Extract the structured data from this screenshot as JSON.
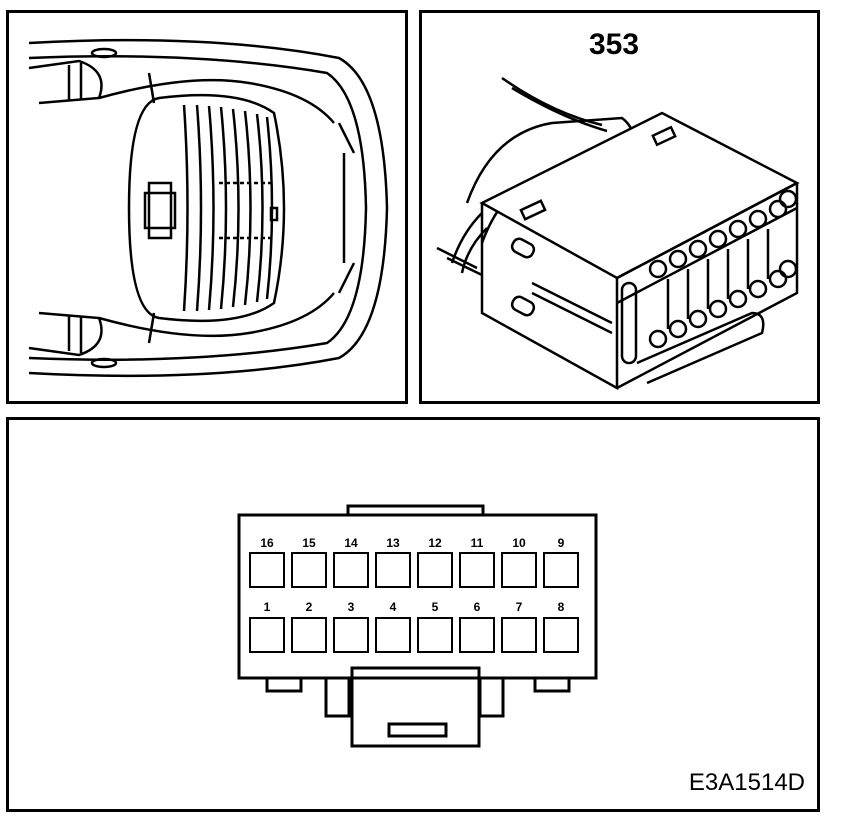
{
  "connector": {
    "code": "353"
  },
  "figure": {
    "code": "E3A1514D"
  },
  "pinout": {
    "top_row": [
      "16",
      "15",
      "14",
      "13",
      "12",
      "11",
      "10",
      "9"
    ],
    "bottom_row": [
      "1",
      "2",
      "3",
      "4",
      "5",
      "6",
      "7",
      "8"
    ]
  }
}
